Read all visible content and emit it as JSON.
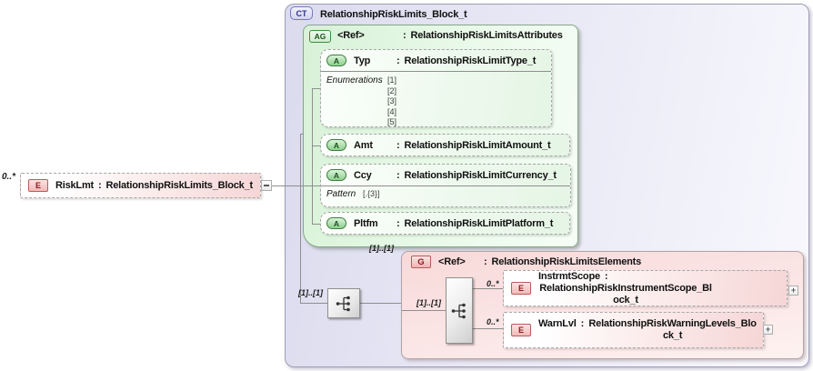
{
  "glyphs": {
    "colon": ":",
    "expand": "+",
    "collapse": "-"
  },
  "root_element": {
    "occurrence": "0..*",
    "badge": "E",
    "name": "RiskLmt",
    "type": "RelationshipRiskLimits_Block_t"
  },
  "complex_type": {
    "badge": "CT",
    "name": "RelationshipRiskLimits_Block_t"
  },
  "attribute_group": {
    "badge": "AG",
    "ref": "<Ref>",
    "type": "RelationshipRiskLimitsAttributes",
    "attributes": [
      {
        "badge": "A",
        "name": "Typ",
        "type": "RelationshipRiskLimitType_t",
        "facet_label": "Enumerations",
        "facet_values": [
          "[1]",
          "[2]",
          "[3]",
          "[4]",
          "[5]"
        ]
      },
      {
        "badge": "A",
        "name": "Amt",
        "type": "RelationshipRiskLimitAmount_t"
      },
      {
        "badge": "A",
        "name": "Ccy",
        "type": "RelationshipRiskLimitCurrency_t",
        "facet_label": "Pattern",
        "facet_values": [
          "[.{3}]"
        ]
      },
      {
        "badge": "A",
        "name": "Pltfm",
        "type": "RelationshipRiskLimitPlatform_t"
      }
    ]
  },
  "content_model": {
    "occurrence": "[1]..[1]"
  },
  "element_group": {
    "badge": "G",
    "ref": "<Ref>",
    "type": "RelationshipRiskLimitsElements",
    "occurrence": "[1]..[1]",
    "sequence_occurrence": "[1]..[1]",
    "elements": [
      {
        "occurrence": "0..*",
        "badge": "E",
        "name": "InstrmtScope",
        "type": "RelationshipRiskInstrumentScope_Block_t"
      },
      {
        "occurrence": "0..*",
        "badge": "E",
        "name": "WarnLvl",
        "type": "RelationshipRiskWarningLevels_Block_t"
      }
    ]
  }
}
